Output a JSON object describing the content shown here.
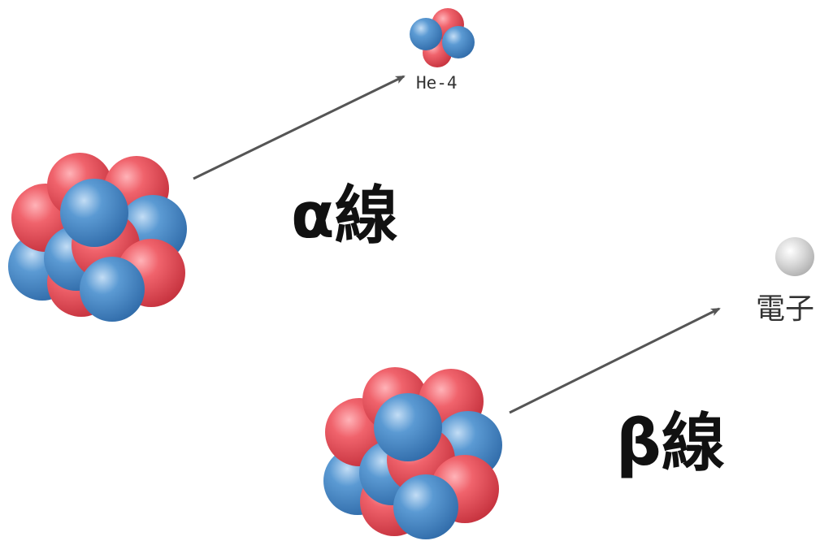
{
  "alpha": {
    "label": "α線",
    "particle_label": "He-4"
  },
  "beta": {
    "label": "β線",
    "particle_label": "電子"
  },
  "colors": {
    "proton": "#e8505b",
    "neutron": "#4a8fcf",
    "electron": "#cfcfcf",
    "arrow": "#555555",
    "text": "#111111"
  }
}
